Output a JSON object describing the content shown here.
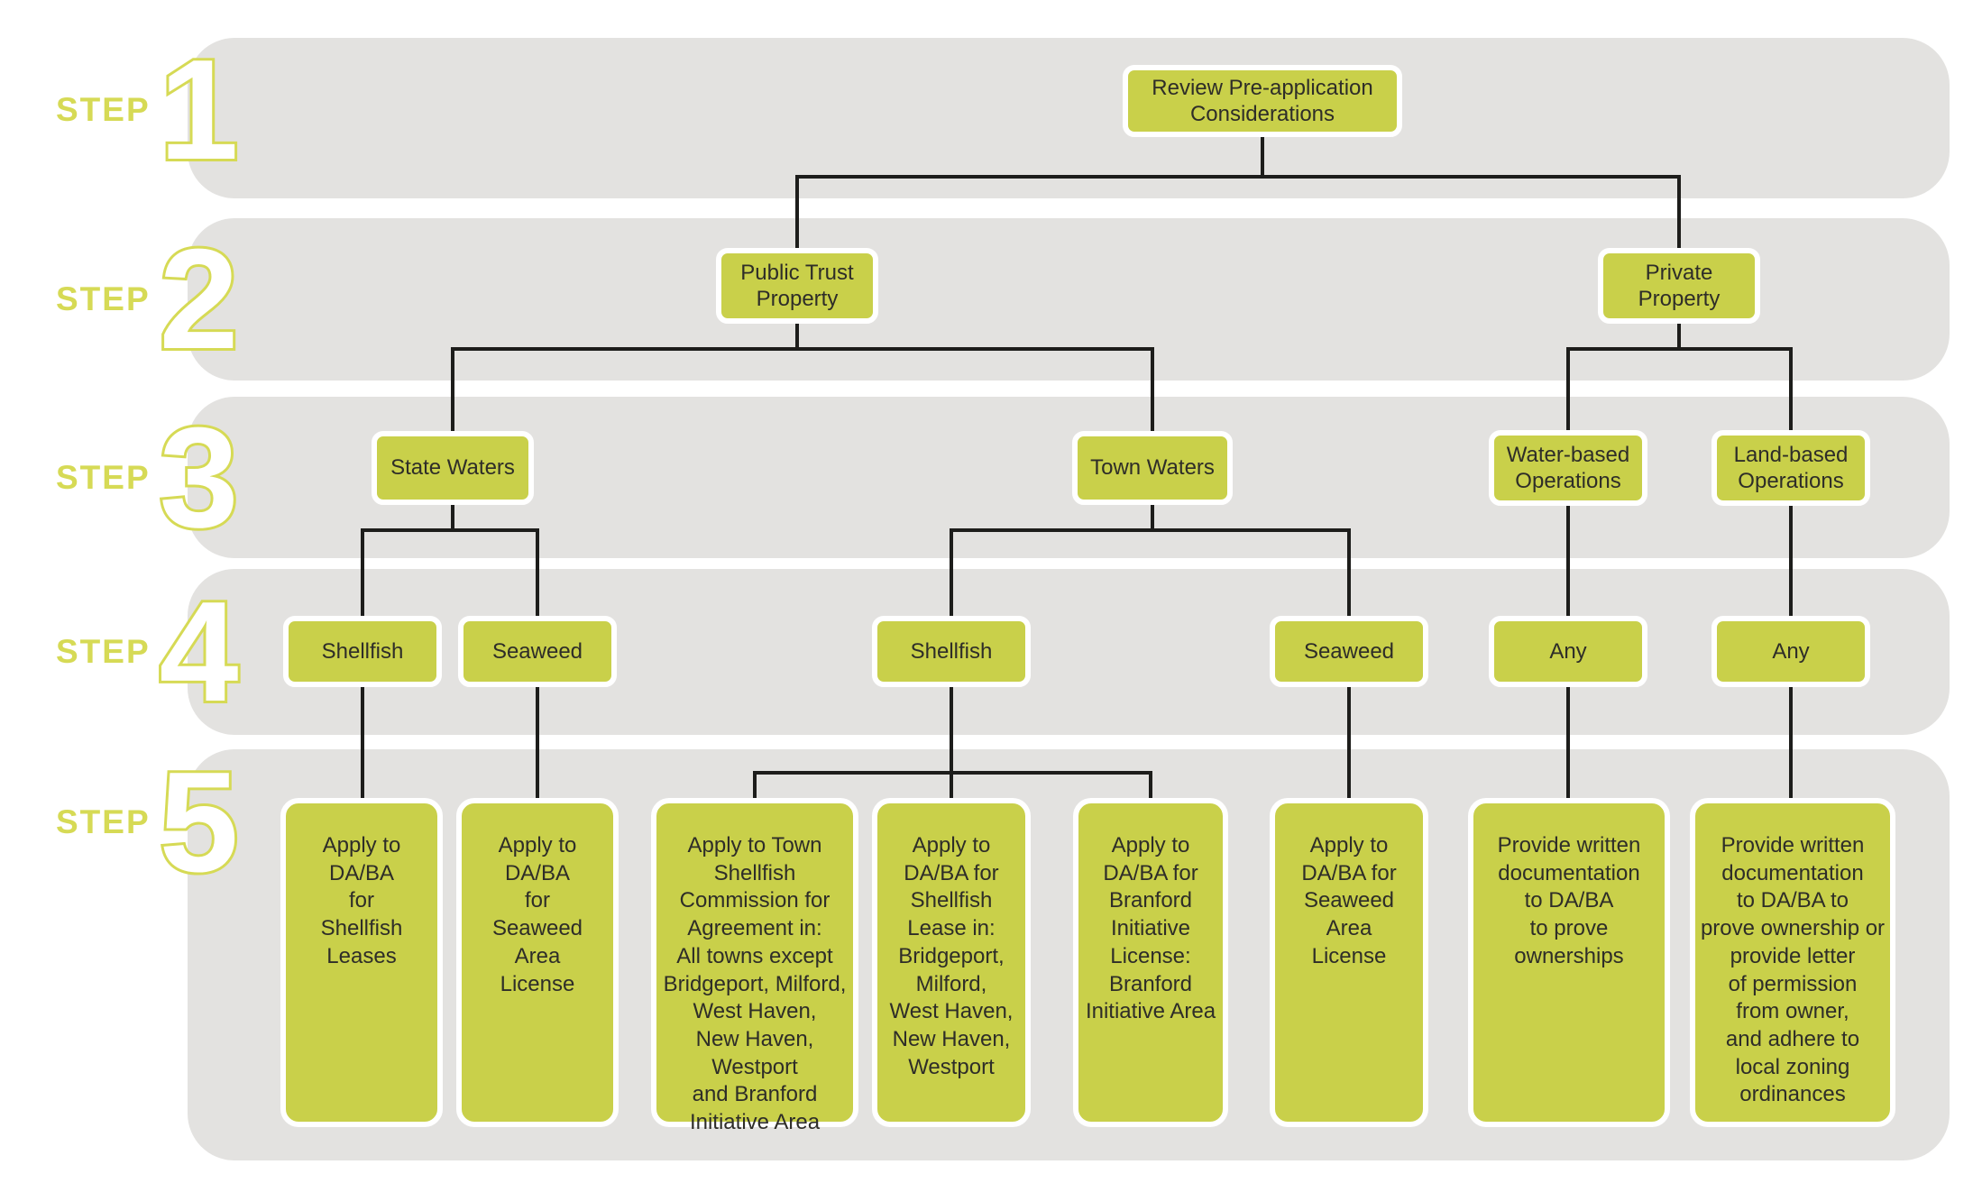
{
  "palette": {
    "box_fill": "#c9d04a",
    "band_gray": "#e3e2e0",
    "step_accent": "#d6da55",
    "connector_line": "#1d1d1b",
    "box_text": "#2e2d28",
    "page_background": "#ffffff"
  },
  "step_labels": [
    {
      "word": "STEP",
      "number": "1"
    },
    {
      "word": "STEP",
      "number": "2"
    },
    {
      "word": "STEP",
      "number": "3"
    },
    {
      "word": "STEP",
      "number": "4"
    },
    {
      "word": "STEP",
      "number": "5"
    }
  ],
  "nodes": {
    "review": "Review Pre-application\nConsiderations",
    "public_trust": "Public Trust\nProperty",
    "private_property": "Private\nProperty",
    "state_waters": "State Waters",
    "town_waters": "Town Waters",
    "water_based": "Water-based\nOperations",
    "land_based": "Land-based\nOperations",
    "shellfish_state": "Shellfish",
    "seaweed_state": "Seaweed",
    "shellfish_town": "Shellfish",
    "seaweed_town": "Seaweed",
    "any_water": "Any",
    "any_land": "Any",
    "apply_state_shellfish": "Apply to\nDA/BA\nfor\nShellfish\nLeases",
    "apply_state_seaweed": "Apply to\nDA/BA\nfor\nSeaweed\nArea\nLicense",
    "apply_town_commission": "Apply to Town\nShellfish\nCommission for\nAgreement in:\nAll towns except\nBridgeport, Milford,\nWest Haven,\nNew Haven,\nWestport\nand Branford\nInitiative Area",
    "apply_town_shellfish": "Apply to\nDA/BA for\nShellfish\nLease in:\nBridgeport,\nMilford,\nWest Haven,\nNew Haven,\nWestport",
    "apply_branford": "Apply to\nDA/BA for\nBranford\nInitiative\nLicense:\nBranford\nInitiative Area",
    "apply_town_seaweed": "Apply to\nDA/BA for\nSeaweed\nArea\nLicense",
    "provide_docs_water": "Provide written\ndocumentation\nto DA/BA\nto prove\nownerships",
    "provide_docs_land": "Provide written\ndocumentation\nto DA/BA to\nprove ownership or\nprovide letter\nof permission\nfrom owner,\nand adhere to\nlocal zoning\nordinances"
  }
}
